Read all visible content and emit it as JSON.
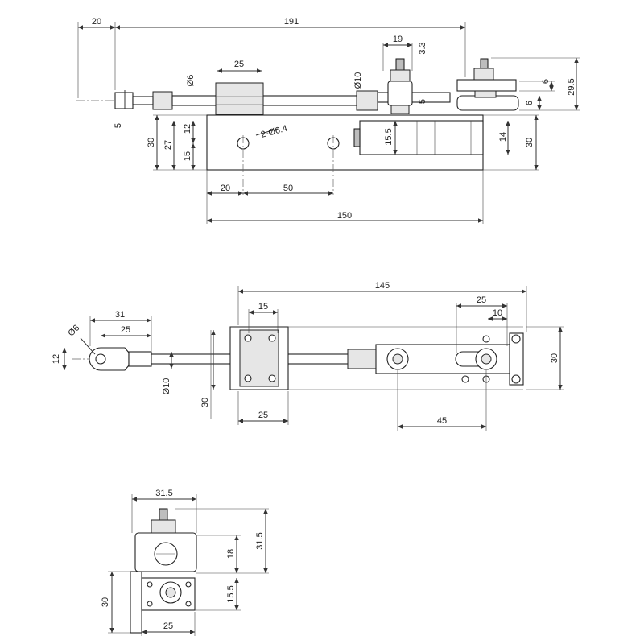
{
  "side_view": {
    "dim_20_top": "20",
    "dim_191": "191",
    "dim_25_bearing": "25",
    "dim_dia6": "Ø6",
    "dim_dia10": "Ø10",
    "dim_19": "19",
    "dim_3_3": "3.3",
    "dim_5_right": "5",
    "dim_5_left": "5",
    "dim_29_5": "29.5",
    "dim_6_a": "6",
    "dim_6_b": "6",
    "dim_30_right": "30",
    "dim_14": "14",
    "dim_15_5": "15.5",
    "dim_30_left": "30",
    "dim_27": "27",
    "dim_12": "12",
    "dim_15": "15",
    "dim_holes": "2-Ø6.4",
    "dim_20_bottom": "20",
    "dim_50": "50",
    "dim_150": "150"
  },
  "top_view": {
    "dim_145": "145",
    "dim_15": "15",
    "dim_25_slot": "25",
    "dim_10": "10",
    "dim_31": "31",
    "dim_25_eye": "25",
    "dim_dia6": "Ø6",
    "dim_12": "12",
    "dim_dia10": "Ø10",
    "dim_30_left": "30",
    "dim_30_right": "30",
    "dim_25_bottom": "25",
    "dim_45": "45"
  },
  "end_view": {
    "dim_31_5_top": "31.5",
    "dim_31_5_side": "31.5",
    "dim_18": "18",
    "dim_15_5": "15.5",
    "dim_30": "30",
    "dim_25": "25"
  }
}
